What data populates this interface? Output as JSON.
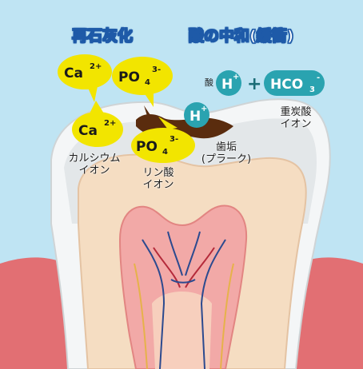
{
  "titles": {
    "remineralization": "再石灰化",
    "acid_neutralization": "酸の中和(緩衝)"
  },
  "ions": {
    "ca_top": {
      "base": "Ca",
      "sup": "2+"
    },
    "po4_top": {
      "base": "PO",
      "sub": "4",
      "sup": "3-"
    },
    "ca_mid": {
      "base": "Ca",
      "sup": "2+"
    },
    "po4_mid": {
      "base": "PO",
      "sub": "4",
      "sup": "3-"
    },
    "h_top": {
      "base": "H",
      "sup": "+"
    },
    "h_mid": {
      "base": "H",
      "sup": "+"
    },
    "hco3": {
      "base": "HCO",
      "sub": "3",
      "sup": "-"
    }
  },
  "labels": {
    "acid": "酸",
    "plus": "+",
    "calcium_ion": [
      "カルシウム",
      "イオン"
    ],
    "phosphate_ion": [
      "リン酸",
      "イオン"
    ],
    "plaque": [
      "歯垢",
      "(プラーク)"
    ],
    "bicarbonate_ion": [
      "重炭酸",
      "イオン"
    ]
  },
  "colors": {
    "background": "#bfe4f3",
    "ion_yellow": "#f2e500",
    "ion_teal": "#2aa3b0",
    "title_blue": "#1e5aa8",
    "enamel": "#f4f6f7",
    "dentin": "#f5ddc2",
    "pulp": "#f2a9a7",
    "gum": "#e26f73",
    "plaque": "#5a2c0e"
  }
}
